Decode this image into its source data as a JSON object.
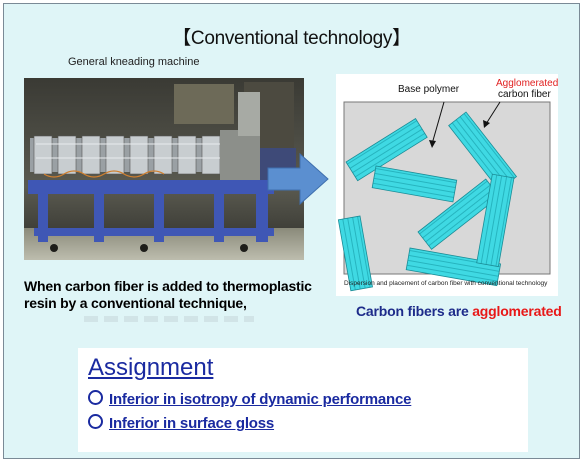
{
  "title": "【Conventional technology】",
  "left": {
    "caption": "General kneading machine"
  },
  "diagram": {
    "base_polymer_label": "Base polymer",
    "agglomerated_line1": "Agglomerated",
    "agglomerated_line2": "carbon fiber",
    "caption": "Dispersion and placement of carbon fiber with conventional technology"
  },
  "note": "When carbon fiber is added to thermoplastic resin by a conventional technique,",
  "result": {
    "prefix": "Carbon fibers are ",
    "highlight": "agglomerated"
  },
  "assignment": {
    "heading": "Assignment",
    "items": [
      "Inferior in isotropy of dynamic performance",
      "Inferior in surface gloss"
    ]
  },
  "colors": {
    "background": "#dff5f7",
    "fiber": "#3fd9e3",
    "heading_blue": "#1a2aa0",
    "highlight_red": "#e81818"
  }
}
